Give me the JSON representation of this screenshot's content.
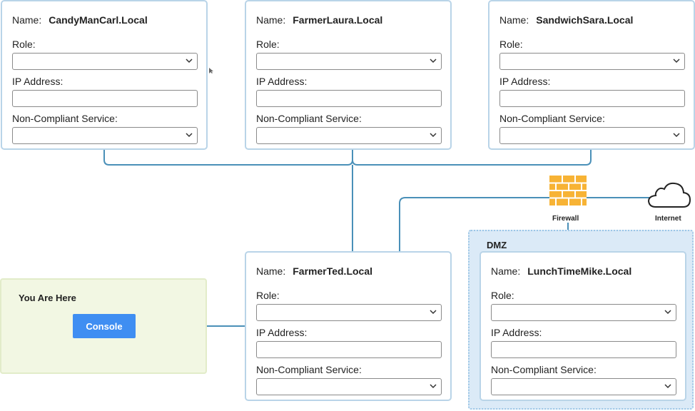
{
  "labels": {
    "name": "Name:",
    "role": "Role:",
    "ip": "IP Address:",
    "service": "Non-Compliant Service:"
  },
  "hosts": {
    "carl": {
      "name": "CandyManCarl.Local",
      "role": "",
      "ip": "",
      "service": ""
    },
    "laura": {
      "name": "FarmerLaura.Local",
      "role": "",
      "ip": "",
      "service": ""
    },
    "sara": {
      "name": "SandwichSara.Local",
      "role": "",
      "ip": "",
      "service": ""
    },
    "ted": {
      "name": "FarmerTed.Local",
      "role": "",
      "ip": "",
      "service": ""
    },
    "mike": {
      "name": "LunchTimeMike.Local",
      "role": "",
      "ip": "",
      "service": ""
    }
  },
  "console": {
    "title": "You Are Here",
    "button": "Console"
  },
  "network": {
    "firewall_label": "Firewall",
    "internet_label": "Internet",
    "dmz_label": "DMZ"
  },
  "colors": {
    "wire": "#4a90b8",
    "firewall": "#f5a623",
    "console_button": "#3f8ef2",
    "dmz_bg": "#dbeaf7"
  },
  "icons": [
    "firewall-icon",
    "cloud-icon",
    "chevron-down-icon",
    "cursor-icon"
  ]
}
